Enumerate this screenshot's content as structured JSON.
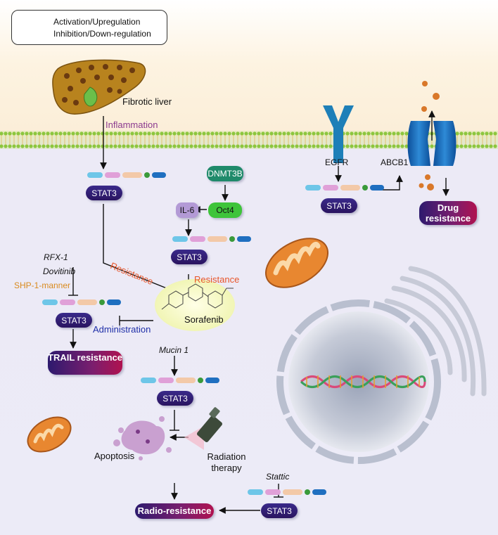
{
  "legend": {
    "activation": "Activation/Upregulation",
    "inhibition": "Inhibition/Down-regulation"
  },
  "labels": {
    "fibrotic_liver": "Fibrotic liver",
    "inflammation": "Inflammation",
    "stat3": "STAT3",
    "dnmt3b": "DNMT3B",
    "oct4": "Oct4",
    "il6": "IL-6",
    "resistance": "Resistance",
    "rfx1": "RFX-1",
    "dovitinib": "Dovitinib",
    "shp1": "SHP-1-manner",
    "administration": "Administration",
    "sorafenib": "Sorafenib",
    "trail_resistance": "TRAIL resistance",
    "mucin1": "Mucin 1",
    "apoptosis": "Apoptosis",
    "radiation_therapy": "Radiation therapy",
    "radio_resistance": "Radio-resistance",
    "stattic": "Stattic",
    "egfr": "EGFR",
    "abcb1": "ABCB1",
    "drug_resistance": "Drug resistance"
  },
  "colors": {
    "inflammation": "#8b3a8f",
    "resistance": "#e8552a",
    "shp1": "#d98a1e",
    "administration": "#1f2fa8",
    "dnmt3b": "#1f8a6a",
    "oct4": "#3ec43a",
    "il6": "#b39ad6",
    "stat3": "#2a1a6e",
    "egfr": "#1e7fb8",
    "abcb1": "#1565b0",
    "background_top": "#fdf3e3",
    "background_bottom": "#e8e8f5"
  },
  "icons": [
    "fibrotic-liver-icon",
    "egfr-receptor-icon",
    "abcb1-pump-icon",
    "mitochondrion-icon",
    "nucleus-icon",
    "dna-helix-icon",
    "sorafenib-molecule-icon",
    "radiation-device-icon",
    "apoptotic-cell-icon",
    "drug-particles-icon"
  ]
}
